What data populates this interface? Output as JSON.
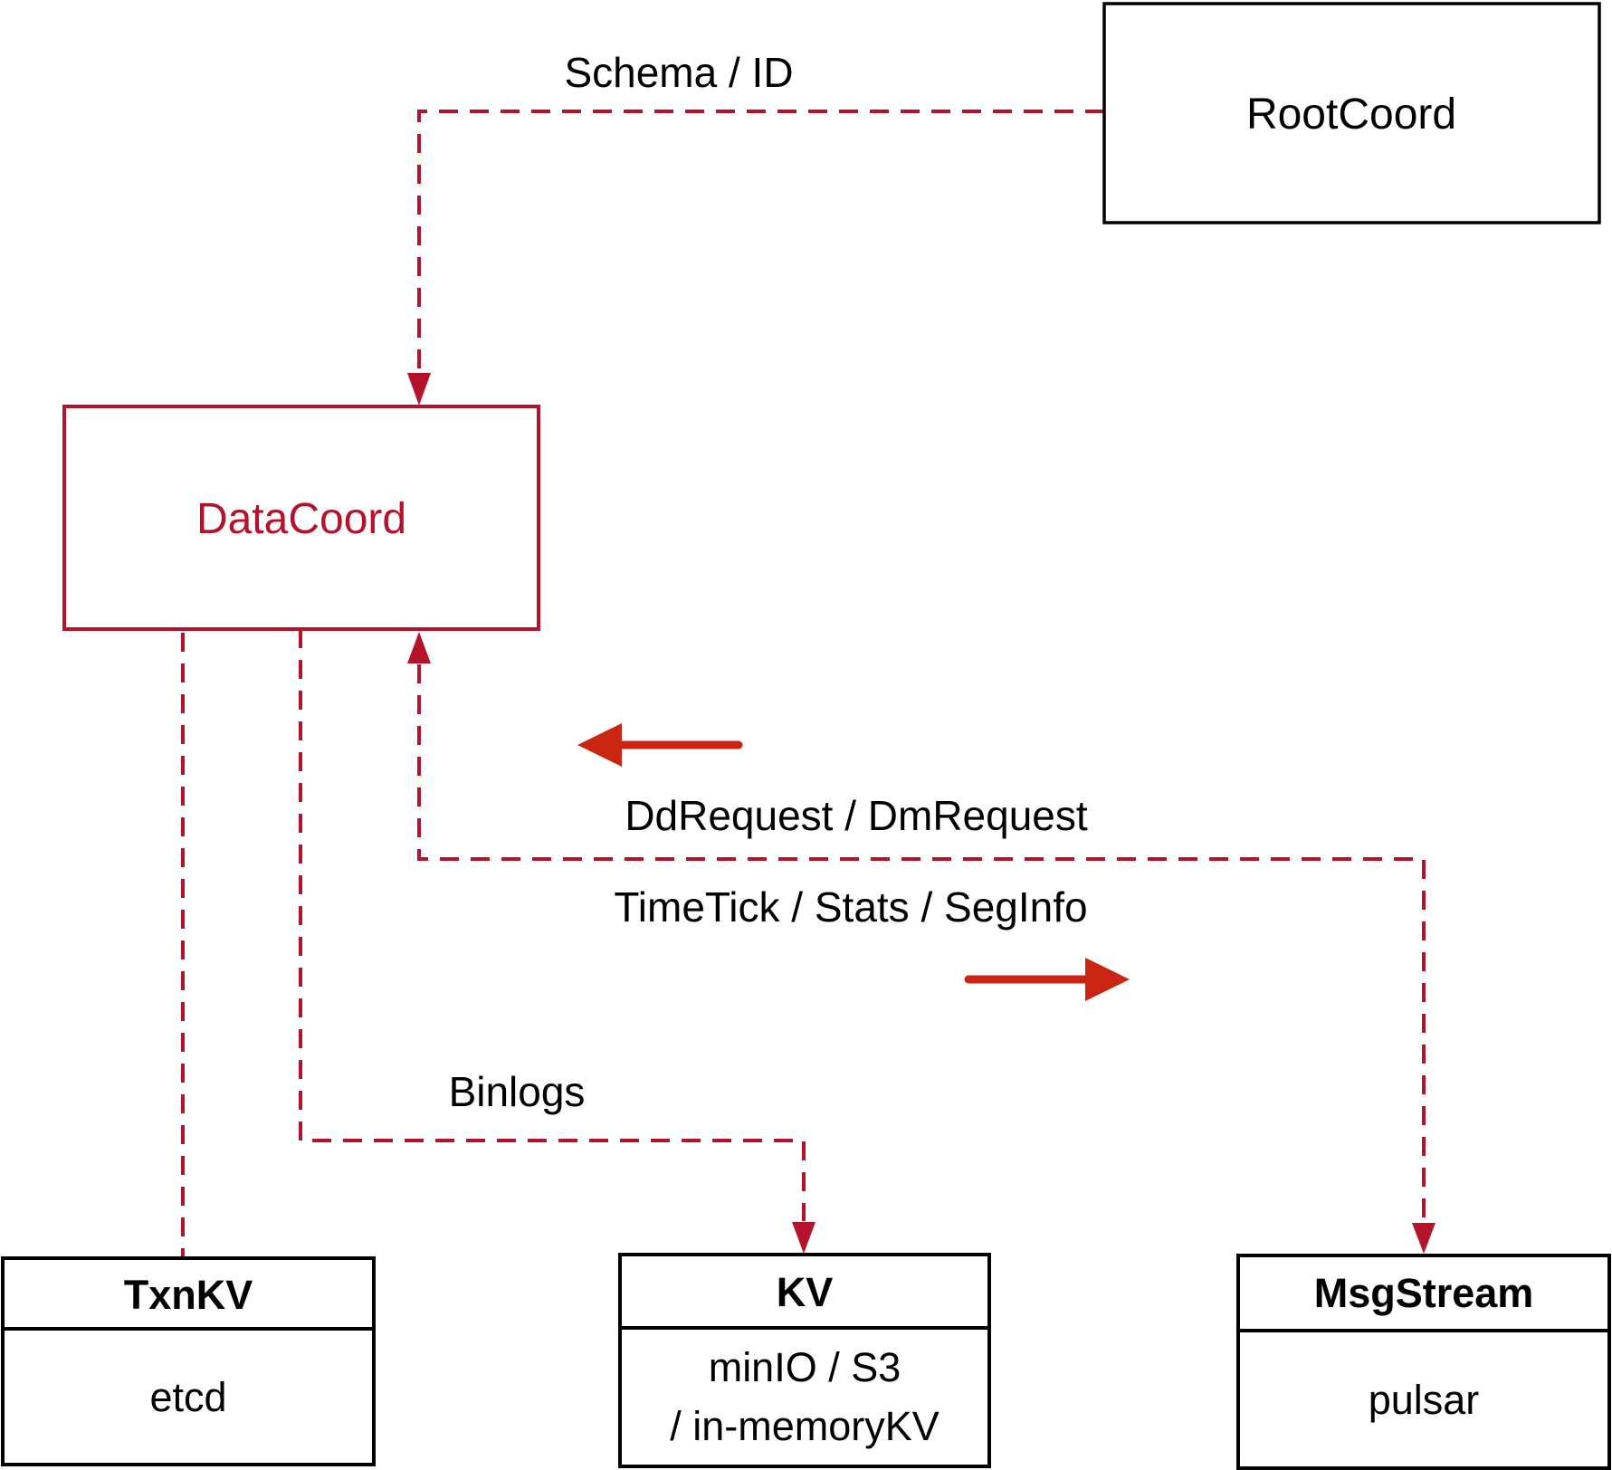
{
  "diagram": {
    "background": "#FFFFFF",
    "colors": {
      "connector_dashed_red": "#B5122B",
      "solid_arrow_red": "#C92512",
      "box_border_black": "#000000",
      "text_black": "#000000"
    },
    "nodes": {
      "root_coord": {
        "label": "RootCoord"
      },
      "data_coord": {
        "label": "DataCoord"
      },
      "txn_kv": {
        "title": "TxnKV",
        "body": "etcd"
      },
      "kv": {
        "title": "KV",
        "body_line_1": "minIO / S3",
        "body_line_2": "/ in-memoryKV"
      },
      "msg_stream": {
        "title": "MsgStream",
        "body": "pulsar"
      }
    },
    "labels": {
      "schema_id": "Schema / ID",
      "dd_dm_request": "DdRequest / DmRequest",
      "timetick_stats_seginfo": "TimeTick / Stats / SegInfo",
      "binlogs": "Binlogs"
    }
  }
}
